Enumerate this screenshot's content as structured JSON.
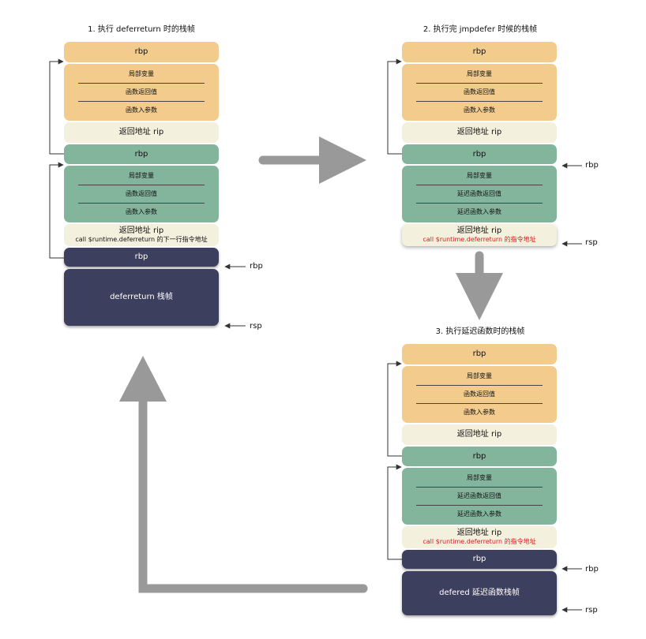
{
  "d1": {
    "title": "1. 执行 deferreturn 时的栈帧",
    "b1": "rbp",
    "b2": [
      "局部变量",
      "函数返回值",
      "函数入参数"
    ],
    "b3": "返回地址 rip",
    "b4": "rbp",
    "b5": [
      "局部变量",
      "函数返回值",
      "函数入参数"
    ],
    "b6": "返回地址 rip",
    "b6sub": "call $runtime.deferreturn 的下一行指令地址",
    "b7": "rbp",
    "b8": "deferreturn 栈帧",
    "p1": "rbp",
    "p2": "rsp"
  },
  "d2": {
    "title": "2. 执行完 jmpdefer 时候的栈帧",
    "b1": "rbp",
    "b2": [
      "局部变量",
      "函数返回值",
      "函数入参数"
    ],
    "b3": "返回地址 rip",
    "b4": "rbp",
    "b5": [
      "局部变量",
      "延迟函数返回值",
      "延迟函数入参数"
    ],
    "b6": "返回地址 rip",
    "b6sub": "call $runtime.deferreturn 的指令地址",
    "p1": "rbp",
    "p2": "rsp"
  },
  "d3": {
    "title": "3. 执行延迟函数时的栈帧",
    "b1": "rbp",
    "b2": [
      "局部变量",
      "函数返回值",
      "函数入参数"
    ],
    "b3": "返回地址 rip",
    "b4": "rbp",
    "b5": [
      "局部变量",
      "延迟函数返回值",
      "延迟函数入参数"
    ],
    "b6": "返回地址 rip",
    "b6sub": "call $runtime.deferreturn 的指令地址",
    "b7": "rbp",
    "b8": "defered 延迟函数栈帧",
    "p1": "rbp",
    "p2": "rsp"
  }
}
